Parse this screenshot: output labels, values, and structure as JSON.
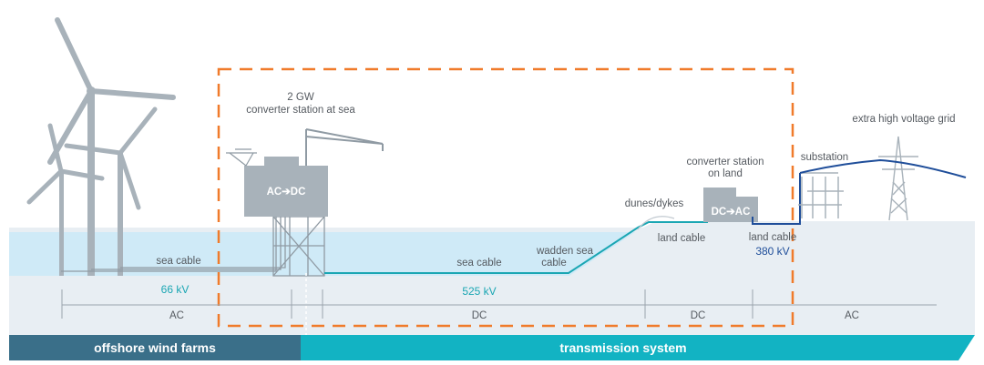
{
  "labels": {
    "offshore_station_title": "2 GW",
    "offshore_station_sub": "converter station at sea",
    "offshore_converter": "AC➔DC",
    "onshore_station_title": "converter station",
    "onshore_station_sub": "on land",
    "onshore_converter": "DC➔AC",
    "dunes": "dunes/dykes",
    "substation": "substation",
    "grid": "extra high voltage grid",
    "sea_cable_1": "sea cable",
    "sea_cable_2": "sea cable",
    "wadden_1": "wadden sea",
    "wadden_2": "cable",
    "land_cable_1": "land cable",
    "land_cable_2": "land cable"
  },
  "voltages": {
    "wind": "66 kV",
    "dc": "525 kV",
    "land": "380 kV"
  },
  "segments": {
    "ac_left": "AC",
    "dc_middle": "DC",
    "dc_right": "DC",
    "ac_right": "AC"
  },
  "bands": {
    "offshore": "offshore wind farms",
    "transmission": "transmission system"
  },
  "colors": {
    "dashed_frame": "#f07b2b",
    "sea": "#cfeaf7",
    "seabed": "#e8eef3",
    "structure": "#a8b2ba",
    "cable_teal": "#1aa6b3",
    "cable_navy": "#1f4e9a",
    "band_offshore": "#3a6f89",
    "band_transmission": "#12b3c3"
  }
}
